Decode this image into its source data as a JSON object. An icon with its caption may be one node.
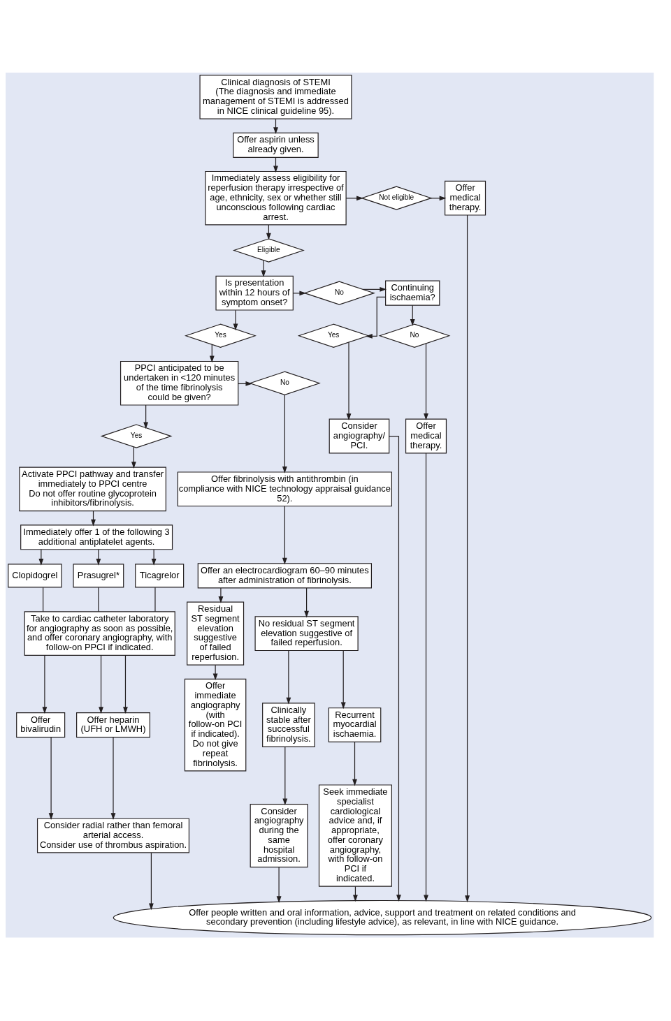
{
  "diagram": {
    "nodes": [
      {
        "text": [
          "Clinical diagnosis of STEMI",
          "(The diagnosis and immediate management of STEMI is addressed in NICE clinical guideline 95)."
        ]
      },
      {
        "text": [
          "Offer aspirin unless already given."
        ]
      },
      {
        "text": [
          "Immediately assess eligibility for reperfusion therapy irrespective of age, ethnicity, sex or whether still unconscious following cardiac arrest."
        ]
      },
      {
        "text": [
          "Not eligible"
        ]
      },
      {
        "text": [
          "Offer medical therapy."
        ]
      },
      {
        "text": [
          "Eligible"
        ]
      },
      {
        "text": [
          "Is presentation within 12 hours of symptom onset?"
        ]
      },
      {
        "text": [
          "No"
        ]
      },
      {
        "text": [
          "Continuing ischaemia?"
        ]
      },
      {
        "text": [
          "Yes"
        ]
      },
      {
        "text": [
          "No"
        ]
      },
      {
        "text": [
          "Consider angiography/ PCI."
        ]
      },
      {
        "text": [
          "Offer medical therapy."
        ]
      },
      {
        "text": [
          "Yes"
        ]
      },
      {
        "text": [
          "PPCI anticipated to be undertaken in <120 minutes of the time fibrinolysis could be given?"
        ]
      },
      {
        "text": [
          "No"
        ]
      },
      {
        "text": [
          "Offer fibrinolysis with antithrombin (in compliance with NICE technology appraisal guidance 52)."
        ]
      },
      {
        "text": [
          "Yes"
        ]
      },
      {
        "text": [
          "Activate PPCI pathway and transfer immediately to PPCI centre",
          "Do not offer routine glycoprotein inhibitors/fibrinolysis."
        ]
      },
      {
        "text": [
          "Offer an electrocardiogram 60–90 minutes after administration of fibrinolysis."
        ]
      },
      {
        "text": [
          "Immediately offer 1 of the following 3 additional antiplatelet agents."
        ]
      },
      {
        "text": [
          "Residual ST segment elevation suggestive of failed reperfusion."
        ]
      },
      {
        "text": [
          "No residual ST segment elevation suggestive of failed reperfusion."
        ]
      },
      {
        "text": [
          "Clopidogrel"
        ]
      },
      {
        "text": [
          "Prasugrel*"
        ]
      },
      {
        "text": [
          "Ticagrelor"
        ]
      },
      {
        "text": [
          "Take to cardiac catheter laboratory for angiography as soon as possible, and offer coronary angiography, with follow-on PPCI if indicated."
        ]
      },
      {
        "text": [
          "Offer immediate angiography (with follow-on PCI if indicated). Do not give repeat fibrinolysis."
        ]
      },
      {
        "text": [
          "Clinically stable after successful fibrinolysis."
        ]
      },
      {
        "text": [
          "Recurrent myocardial ischaemia."
        ]
      },
      {
        "text": [
          "Consider angiography during the same hospital admission."
        ]
      },
      {
        "text": [
          "Seek immediate specialist cardiological advice and, if appropriate, offer coronary angiography, with follow-on PCI if indicated."
        ]
      },
      {
        "text": [
          "Offer bivalirudin"
        ]
      },
      {
        "text": [
          "Offer heparin (UFH or LMWH)"
        ]
      },
      {
        "text": [
          "Consider radial rather than femoral arterial access.",
          "Consider use of thrombus aspiration."
        ]
      },
      {
        "text": [
          "Offer people written and oral information, advice, support and treatment on related conditions and secondary prevention (including lifestyle advice), as relevant, in line with NICE guidance."
        ]
      }
    ],
    "edges": [
      {
        "from": 0,
        "to": 1,
        "arrow": "to"
      },
      {
        "from": 1,
        "to": 2,
        "arrow": "to"
      },
      {
        "from": 2,
        "to": 3,
        "arrow": "to"
      },
      {
        "from": 3,
        "to": 4,
        "arrow": "to"
      },
      {
        "from": 2,
        "to": 5,
        "arrow": "to"
      },
      {
        "from": 5,
        "to": 6,
        "arrow": "to"
      },
      {
        "from": 6,
        "to": 7,
        "arrow": "to"
      },
      {
        "from": 7,
        "to": 8,
        "arrow": "to"
      },
      {
        "from": 8,
        "to": 9,
        "arrow": "to"
      },
      {
        "from": 8,
        "to": 10,
        "arrow": "to"
      },
      {
        "from": 9,
        "to": 11,
        "arrow": "to"
      },
      {
        "from": 10,
        "to": 12,
        "arrow": "to"
      },
      {
        "from": 6,
        "to": 13,
        "arrow": "to"
      },
      {
        "from": 13,
        "to": 14,
        "arrow": "to"
      },
      {
        "from": 14,
        "to": 15,
        "arrow": "to"
      },
      {
        "from": 15,
        "to": 16,
        "arrow": "to"
      },
      {
        "from": 11,
        "to": 35,
        "arrow": "to"
      },
      {
        "from": 12,
        "to": 35,
        "arrow": "to"
      },
      {
        "from": 4,
        "to": 35,
        "arrow": "to"
      },
      {
        "from": 14,
        "to": 17,
        "arrow": "to"
      },
      {
        "from": 17,
        "to": 18,
        "arrow": "to"
      },
      {
        "from": 16,
        "to": 19,
        "arrow": "to"
      },
      {
        "from": 18,
        "to": 20,
        "arrow": "to"
      },
      {
        "from": 19,
        "to": 21,
        "arrow": "to"
      },
      {
        "from": 19,
        "to": 22,
        "arrow": "to"
      },
      {
        "from": 20,
        "to": 23,
        "arrow": "to"
      },
      {
        "from": 20,
        "to": 24,
        "arrow": "to"
      },
      {
        "from": 20,
        "to": 25,
        "arrow": "to"
      },
      {
        "from": 23,
        "to": 26,
        "arrow": "none"
      },
      {
        "from": 24,
        "to": 26,
        "arrow": "none"
      },
      {
        "from": 25,
        "to": 26,
        "arrow": "none"
      },
      {
        "from": 21,
        "to": 27,
        "arrow": "to"
      },
      {
        "from": 22,
        "to": 28,
        "arrow": "to"
      },
      {
        "from": 22,
        "to": 29,
        "arrow": "to"
      },
      {
        "from": 26,
        "to": 32,
        "arrow": "to"
      },
      {
        "from": 26,
        "to": 33,
        "arrow": "to"
      },
      {
        "from": 26,
        "to": 33,
        "arrow": "to"
      },
      {
        "from": 28,
        "to": 30,
        "arrow": "to"
      },
      {
        "from": 29,
        "to": 31,
        "arrow": "to"
      },
      {
        "from": 32,
        "to": 34,
        "arrow": "to"
      },
      {
        "from": 33,
        "to": 34,
        "arrow": "to"
      },
      {
        "from": 34,
        "to": 35,
        "arrow": "to"
      },
      {
        "from": 30,
        "to": 35,
        "arrow": "to"
      },
      {
        "from": 31,
        "to": 35,
        "arrow": "to"
      }
    ]
  }
}
